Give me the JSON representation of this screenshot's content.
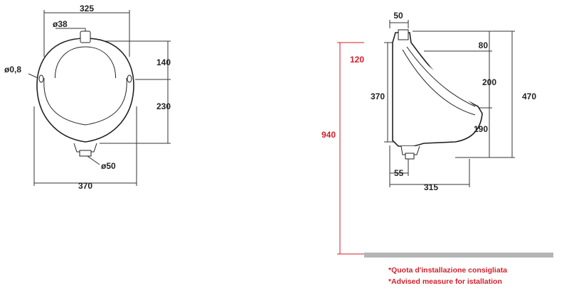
{
  "front_view": {
    "width_top": "325",
    "inlet_diameter": "ø38",
    "fixing_hole": "ø0,8",
    "height_upper": "140",
    "height_lower": "230",
    "outlet_diameter": "ø50",
    "width_bottom": "370"
  },
  "side_view": {
    "top_depth": "50",
    "upper_offset": "80",
    "install_offset": "120",
    "front_height": "370",
    "middle_height": "200",
    "total_height": "470",
    "lower_height": "190",
    "install_height": "940",
    "outlet_offset": "55",
    "depth": "315"
  },
  "notes": {
    "italian": "*Quota d'installazione consigliata",
    "english": "*Advised measure for istallation"
  },
  "colors": {
    "accent_red": "#d21f2b",
    "line": "#222222",
    "floor": "#b5b5b5"
  }
}
